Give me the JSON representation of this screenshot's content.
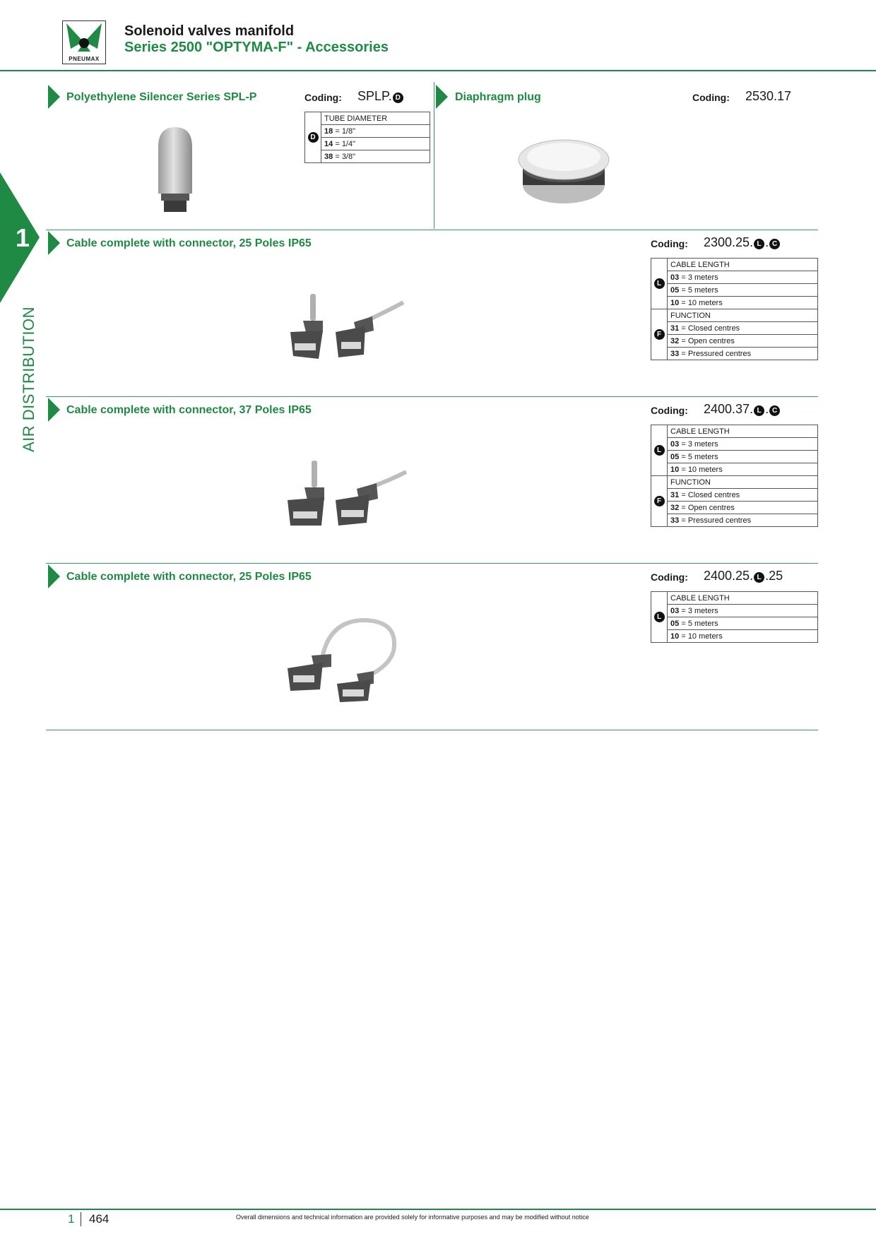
{
  "header": {
    "logo_text": "PNEUMAX",
    "title": "Solenoid valves manifold",
    "subtitle": "Series 2500 \"OPTYMA-F\" - Accessories"
  },
  "side_tab": {
    "number": "1",
    "label": "AIR DISTRIBUTION"
  },
  "sections": {
    "silencer": {
      "title": "Polyethylene Silencer Series SPL-P",
      "coding_label": "Coding:",
      "coding_prefix": "SPLP.",
      "coding_key": "D",
      "table_header": "TUBE DIAMETER",
      "key": "D",
      "rows": [
        {
          "code": "18",
          "eq": "=",
          "value": "1/8\""
        },
        {
          "code": "14",
          "eq": "=",
          "value": "1/4\""
        },
        {
          "code": "38",
          "eq": "=",
          "value": "3/8\""
        }
      ]
    },
    "plug": {
      "title": "Diaphragm plug",
      "coding_label": "Coding:",
      "coding_value": "2530.17"
    },
    "cable25": {
      "title": "Cable complete with connector, 25 Poles IP65",
      "coding_label": "Coding:",
      "coding_prefix": "2300.25.",
      "coding_keys": [
        "L",
        "C"
      ],
      "length_header": "CABLE LENGTH",
      "length_key": "L",
      "length_rows": [
        {
          "code": "03",
          "eq": "=",
          "value": "3 meters"
        },
        {
          "code": "05",
          "eq": "=",
          "value": "5 meters"
        },
        {
          "code": "10",
          "eq": "=",
          "value": "10 meters"
        }
      ],
      "function_header": "FUNCTION",
      "function_key": "F",
      "function_rows": [
        {
          "code": "31",
          "eq": "=",
          "value": "Closed centres"
        },
        {
          "code": "32",
          "eq": "=",
          "value": "Open centres"
        },
        {
          "code": "33",
          "eq": "=",
          "value": "Pressured centres"
        }
      ]
    },
    "cable37": {
      "title": "Cable complete with connector, 37 Poles IP65",
      "coding_label": "Coding:",
      "coding_prefix": "2400.37.",
      "coding_keys": [
        "L",
        "C"
      ],
      "length_header": "CABLE LENGTH",
      "length_key": "L",
      "length_rows": [
        {
          "code": "03",
          "eq": "=",
          "value": "3 meters"
        },
        {
          "code": "05",
          "eq": "=",
          "value": "5 meters"
        },
        {
          "code": "10",
          "eq": "=",
          "value": "10 meters"
        }
      ],
      "function_header": "FUNCTION",
      "function_key": "F",
      "function_rows": [
        {
          "code": "31",
          "eq": "=",
          "value": "Closed centres"
        },
        {
          "code": "32",
          "eq": "=",
          "value": "Open centres"
        },
        {
          "code": "33",
          "eq": "=",
          "value": "Pressured centres"
        }
      ]
    },
    "cable25b": {
      "title": "Cable complete with connector, 25 Poles IP65",
      "coding_label": "Coding:",
      "coding_prefix": "2400.25.",
      "coding_key": "L",
      "coding_suffix": ".25",
      "length_header": "CABLE LENGTH",
      "length_key": "L",
      "length_rows": [
        {
          "code": "03",
          "eq": "=",
          "value": "3 meters"
        },
        {
          "code": "05",
          "eq": "=",
          "value": "5 meters"
        },
        {
          "code": "10",
          "eq": "=",
          "value": "10 meters"
        }
      ]
    }
  },
  "footer": {
    "chapter": "1",
    "page": "464",
    "note": "Overall dimensions and technical information are provided solely for informative purposes and may be modified without notice"
  }
}
